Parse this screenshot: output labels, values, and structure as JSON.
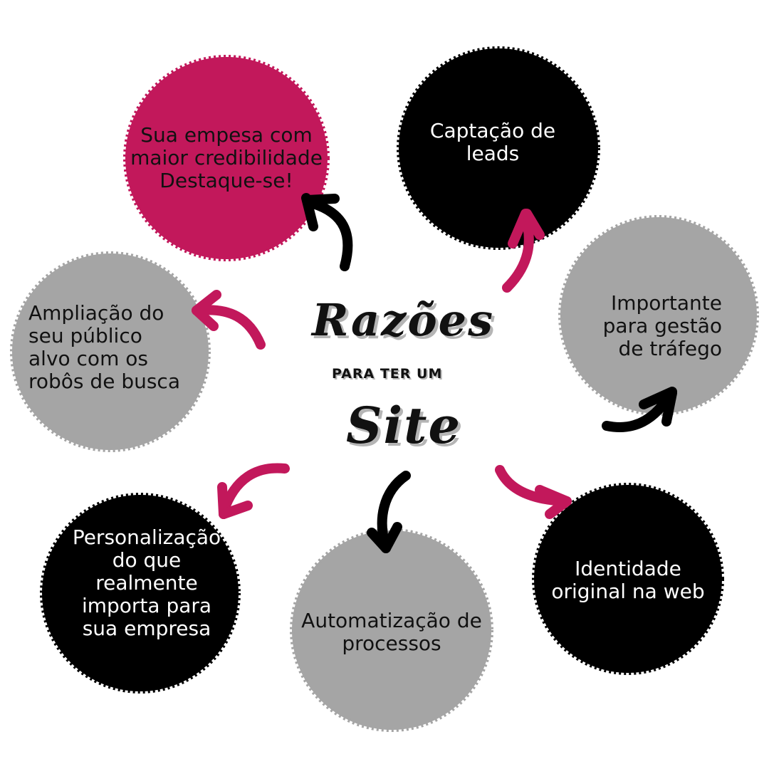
{
  "title": {
    "line1": "Razões",
    "line2": "PARA TER UM",
    "line3": "Site"
  },
  "colors": {
    "magenta": "#c2185b",
    "black": "#000000",
    "gray": "#a5a5a5",
    "white": "#ffffff"
  },
  "nodes": [
    {
      "id": "credibilidade",
      "fill": "magenta",
      "lines": [
        "Sua empesa com",
        "maior credibilidade",
        "Destaque-se!"
      ]
    },
    {
      "id": "leads",
      "fill": "black",
      "lines": [
        "Captação de",
        "leads"
      ]
    },
    {
      "id": "trafego",
      "fill": "gray",
      "lines": [
        "Importante",
        "para gestão",
        "de tráfego"
      ]
    },
    {
      "id": "identidade",
      "fill": "black",
      "lines": [
        "Identidade",
        "original na web"
      ]
    },
    {
      "id": "automatizacao",
      "fill": "gray",
      "lines": [
        "Automatização de",
        "processos"
      ]
    },
    {
      "id": "personalizacao",
      "fill": "black",
      "lines": [
        "Personalização",
        "do que",
        "realmente",
        "importa para",
        "sua empresa"
      ]
    },
    {
      "id": "ampliacao",
      "fill": "gray",
      "lines": [
        "Ampliação do",
        "seu público",
        "alvo com os",
        "robôs de busca"
      ]
    }
  ],
  "arrows": [
    {
      "to": "credibilidade",
      "color": "black"
    },
    {
      "to": "leads",
      "color": "magenta"
    },
    {
      "to": "trafego",
      "color": "black"
    },
    {
      "to": "identidade",
      "color": "magenta"
    },
    {
      "to": "automatizacao",
      "color": "black"
    },
    {
      "to": "personalizacao",
      "color": "magenta"
    },
    {
      "to": "ampliacao",
      "color": "magenta"
    }
  ]
}
